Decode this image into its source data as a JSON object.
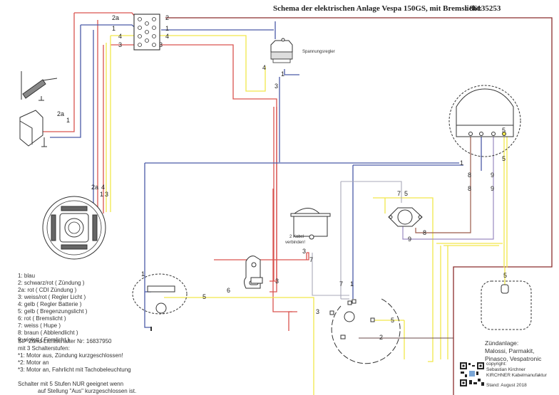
{
  "header": {
    "title": "Schema der elektrischen Anlage Vespa 150GS, mit Bremslicht:",
    "article_number": ": 86135253"
  },
  "wire_colors": {
    "blue": "#4a5aa8",
    "red": "#d9534f",
    "yellow": "#f2e84a",
    "brown": "#8a4a3a",
    "violet": "#9a8ac0",
    "white_grey": "#a8a8b8",
    "frame": "#8b2c2c"
  },
  "wire_labels": {
    "w1": "1",
    "w2": "2",
    "w2a": "2a",
    "w3": "3",
    "w4": "4",
    "w5": "5",
    "w6": "6",
    "w7": "7",
    "w8": "8",
    "w9": "9"
  },
  "components": {
    "regulator_label": "Spannungsregler",
    "horn_note": "2 Kabel verbinden!",
    "horn_note_l1": "2 Kabel",
    "horn_note_l2": "verbinden!"
  },
  "legend": {
    "items": [
      "1: blau",
      "2: schwarz/rot ( Zündung )",
      "2a: rot ( CDI Zündung )",
      "3: weiss/rot ( Regler Licht )",
      "4: gelb ( Regler Batterie )",
      "5: gelb ( Bregenzungslicht )",
      "6: rot ( Bremslicht )",
      "7: weiss ( Hupe )",
      "8: braun ( Abblendlicht )",
      "9: violett ( Fernlicht )"
    ]
  },
  "notes": {
    "lines": [
      "SIP Zünd-Lichtschalter Nr: 16837950",
      "mit 3 Schalterstufen:",
      "*1: Motor aus, Zündung kurzgeschlossen!",
      "*2: Motor an",
      "*3: Motor an, Fahrlicht mit Tachobeleuchtung"
    ],
    "warning_l1": "Schalter mit 5 Stufen NUR geeignet wenn",
    "warning_l2": "auf Stellung \"Aus\" kurzgeschlossen ist."
  },
  "ignition": {
    "title": "Zündanlage:",
    "line1": "Malossi, Parmakit,",
    "line2": "Pinasco, Vespatronic"
  },
  "copyright": {
    "l1": "copyright:",
    "l2": "Sebastian Kirchner",
    "l3": "KIRCHNER Kabelmanufaktur",
    "stand": "Stand: August 2018"
  },
  "switch_pins": {
    "p1": "1",
    "p2": "2",
    "p3": "3",
    "p5": "5",
    "p7": "7",
    "p8": "8"
  }
}
